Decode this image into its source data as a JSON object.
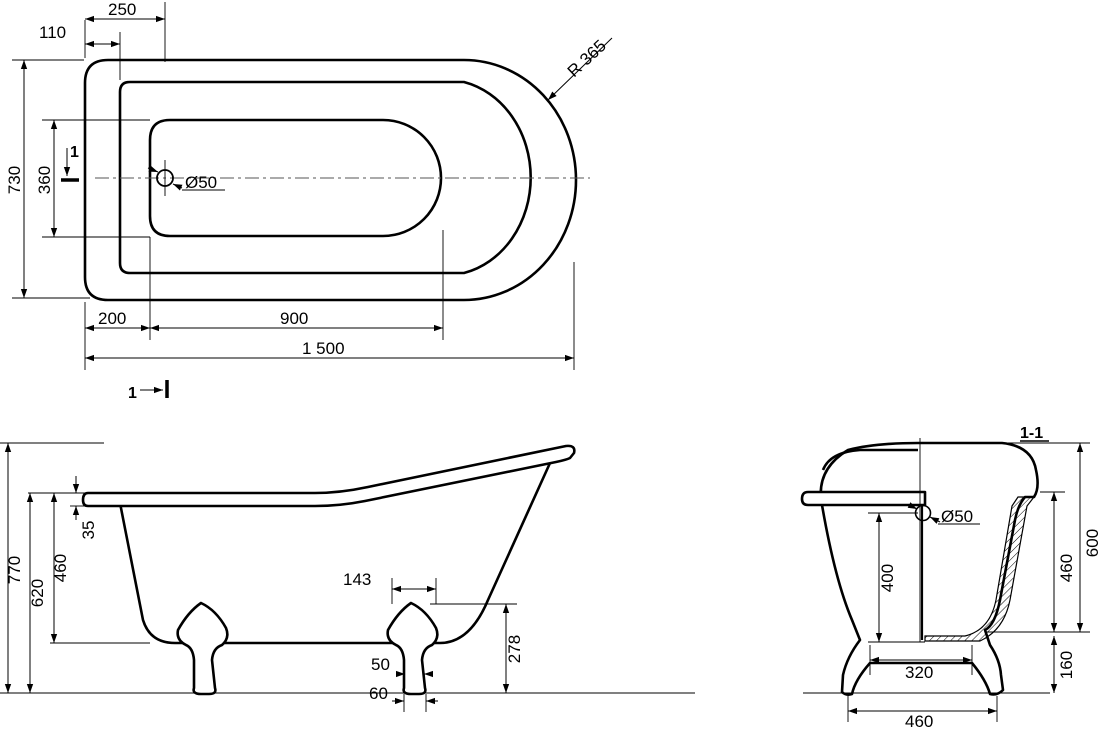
{
  "plan": {
    "dim_110": "110",
    "dim_250": "250",
    "dim_radius": "R 365",
    "dim_730": "730",
    "dim_360": "360",
    "dim_drain": "Ø50",
    "section_mark_v": "1",
    "section_mark_h": "1",
    "dim_200": "200",
    "dim_900": "900",
    "dim_1500": "1 500"
  },
  "side": {
    "dim_770": "770",
    "dim_620": "620",
    "dim_460": "460",
    "dim_35": "35",
    "dim_143": "143",
    "dim_278": "278",
    "dim_50": "50",
    "dim_60": "60"
  },
  "section": {
    "title": "1-1",
    "dim_drain": "Ø50",
    "dim_400": "400",
    "dim_320": "320",
    "dim_460_h": "460",
    "dim_460_v": "460",
    "dim_600": "600",
    "dim_160": "160"
  }
}
